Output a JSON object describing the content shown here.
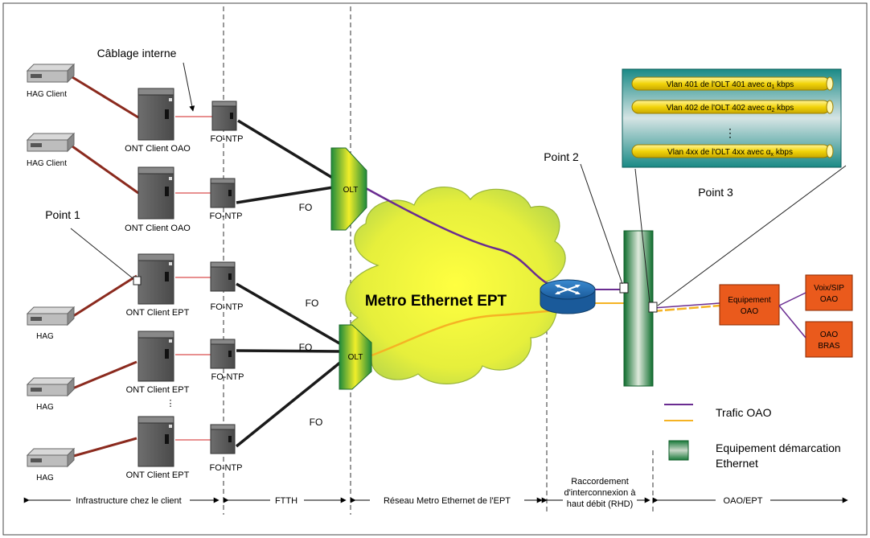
{
  "labels": {
    "cablage_interne": "Câblage interne",
    "point1": "Point 1",
    "point2": "Point 2",
    "point3": "Point 3",
    "metro": "Metro Ethernet EPT",
    "olt": "OLT",
    "fo": "FO",
    "fo_ntp": "FO-NTP",
    "equipement_oao": [
      "Equipement",
      "OAO"
    ],
    "voix_sip": [
      "Voix/SIP",
      "OAO"
    ],
    "oao_bras": [
      "OAO",
      "BRAS"
    ]
  },
  "hags": [
    "HAG Client",
    "HAG Client",
    "HAG",
    "HAG",
    "HAG"
  ],
  "onts": [
    "ONT Client OAO",
    "ONT Client OAO",
    "ONT Client EPT",
    "ONT Client EPT",
    "ONT Client  EPT"
  ],
  "vlans": [
    {
      "pre": "Vlan 401 de l'OLT 401 avec α",
      "sub": "1",
      "post": " kbps"
    },
    {
      "pre": "Vlan 402 de l'OLT 402 avec α",
      "sub": "2",
      "post": " kbps"
    },
    {
      "pre": "Vlan 4xx de l'OLT 4xx avec α",
      "sub": "x",
      "post": " kbps"
    }
  ],
  "legend": {
    "trafic": "Trafic OAO",
    "demarcation": [
      "Equipement démarcation",
      "Ethernet"
    ]
  },
  "colors": {
    "purple": "#6a2c91",
    "orange": "#f5b324",
    "red": "#8b2a1e",
    "teal": "#1a7d7a",
    "device_orange": "#ea5a1c"
  },
  "sections": {
    "infrastructure": "Infrastructure chez le client",
    "ftth": "FTTH",
    "reseau": "Réseau Metro Ethernet de l'EPT",
    "rhd": [
      "Raccordement",
      "d'interconnexion à",
      "haut débit (RHD)"
    ],
    "oao_ept": "OAO/EPT"
  }
}
